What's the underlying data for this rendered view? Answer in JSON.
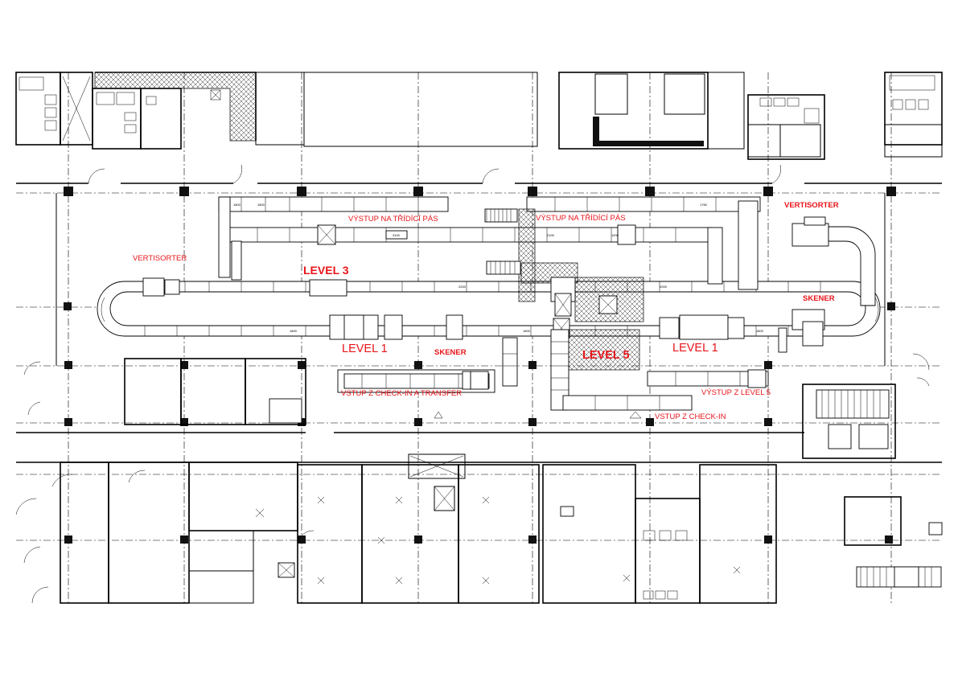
{
  "labels": {
    "vystup_tridici_1": "VÝSTUP NA TŘÍDÍCÍ PÁS",
    "vystup_tridici_2": "VÝSTUP NA TŘÍDÍCÍ PÁS",
    "vertisorter_left": "VERTISORTER",
    "vertisorter_right": "VERTISORTER",
    "level3": "LEVEL 3",
    "level1_left": "LEVEL 1",
    "level1_right": "LEVEL 1",
    "level5": "LEVEL 5",
    "skener_center": "SKENER",
    "skener_right": "SKENER",
    "vstup_checkin_transfer": "VSTUP Z CHECK-IN A TRANSFER",
    "vystup_level5": "VÝSTUP Z LEVEL 5",
    "vstup_checkin": "VSTUP Z CHECK-IN"
  },
  "colors": {
    "annotation": "#e8141a",
    "linework": "#000000",
    "background": "#ffffff"
  }
}
